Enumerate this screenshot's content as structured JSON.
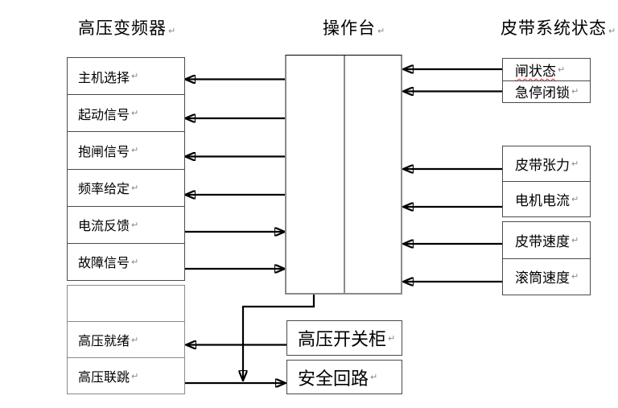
{
  "titles": {
    "vfd": "高压变频器",
    "console": "操作台",
    "belt": "皮带系统状态"
  },
  "marks": {
    "return": "↵"
  },
  "colors": {
    "background": "#ffffff",
    "text": "#000000",
    "table_border_dark": "#4a4a4a",
    "table_border_gray": "#8a8a8a",
    "arrow": "#000000",
    "spellcheck_underline": "#ff2a2a",
    "mark": "#8a8a8a"
  },
  "vfd_panel": {
    "signals_table": [
      {
        "label": "主机选择"
      },
      {
        "label": "起动信号"
      },
      {
        "label": "抱闸信号"
      },
      {
        "label": "频率给定"
      },
      {
        "label": "电流反馈"
      },
      {
        "label": "故障信号"
      }
    ],
    "hv_table": [
      {
        "label": ""
      },
      {
        "label": "高压就绪"
      },
      {
        "label": "高压联跳"
      }
    ]
  },
  "belt_panel": {
    "brake_table": [
      {
        "label": "闸状态",
        "spellcheck": true
      },
      {
        "label": "急停闭锁"
      }
    ],
    "sensor_table_1": [
      {
        "label": "皮带张力"
      },
      {
        "label": "电机电流"
      }
    ],
    "sensor_table_2": [
      {
        "label": "皮带速度"
      },
      {
        "label": "滚筒速度"
      }
    ]
  },
  "bottom_panel": {
    "switchgear": {
      "label": "高压开关柜"
    },
    "safety": {
      "label": "安全回路"
    }
  },
  "connections": [
    {
      "from": "操作台",
      "to": "主机选择"
    },
    {
      "from": "操作台",
      "to": "起动信号"
    },
    {
      "from": "操作台",
      "to": "抱闸信号"
    },
    {
      "from": "操作台",
      "to": "频率给定"
    },
    {
      "from": "电流反馈",
      "to": "操作台"
    },
    {
      "from": "故障信号",
      "to": "操作台"
    },
    {
      "from": "闸状态",
      "to": "操作台"
    },
    {
      "from": "急停闭锁",
      "to": "操作台"
    },
    {
      "from": "皮带张力",
      "to": "操作台"
    },
    {
      "from": "电机电流",
      "to": "操作台"
    },
    {
      "from": "皮带速度",
      "to": "操作台"
    },
    {
      "from": "滚筒速度",
      "to": "操作台"
    },
    {
      "from": "高压开关柜",
      "to": "高压就绪"
    },
    {
      "from": "高压联跳",
      "to": "安全回路"
    },
    {
      "from": "操作台",
      "to": "安全回路"
    }
  ]
}
